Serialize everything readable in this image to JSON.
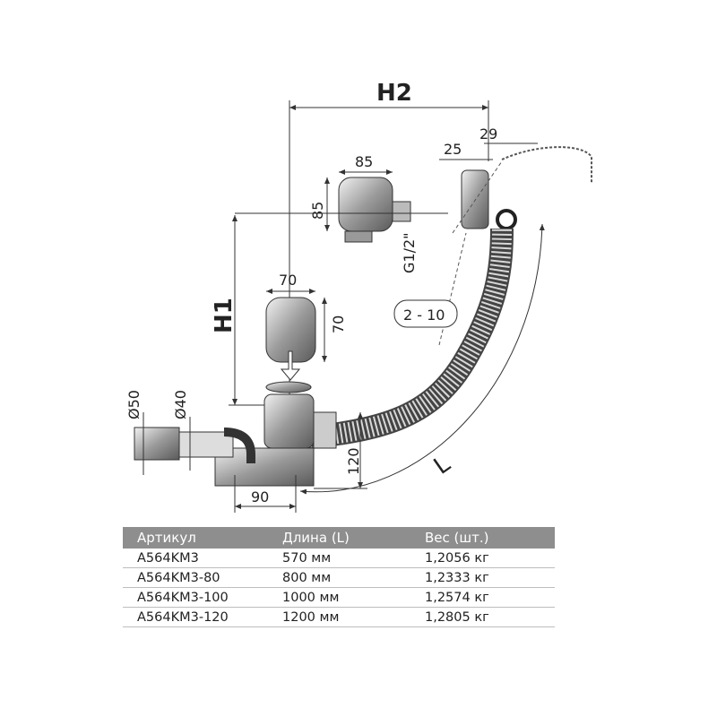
{
  "drawing": {
    "dimensions": {
      "h2": "H2",
      "h1": "H1",
      "d29": "29",
      "d25": "25",
      "overflow_width": "85",
      "overflow_height": "85",
      "thread": "G1/2\"",
      "knob_width": "70",
      "knob_height": "70",
      "wall_range": "2 - 10",
      "dia50": "Ø50",
      "dia40": "Ø40",
      "height120": "120",
      "width90": "90",
      "length": "L"
    }
  },
  "table": {
    "headers": [
      "Артикул",
      "Длина (L)",
      "Вес (шт.)"
    ],
    "rows": [
      [
        "A564KM3",
        "570 мм",
        "1,2056 кг"
      ],
      [
        "A564KM3-80",
        "800 мм",
        "1,2333 кг"
      ],
      [
        "A564KM3-100",
        "1000 мм",
        "1,2574 кг"
      ],
      [
        "A564KM3-120",
        "1200 мм",
        "1,2805 кг"
      ]
    ],
    "header_color": "#8e8e8e"
  }
}
